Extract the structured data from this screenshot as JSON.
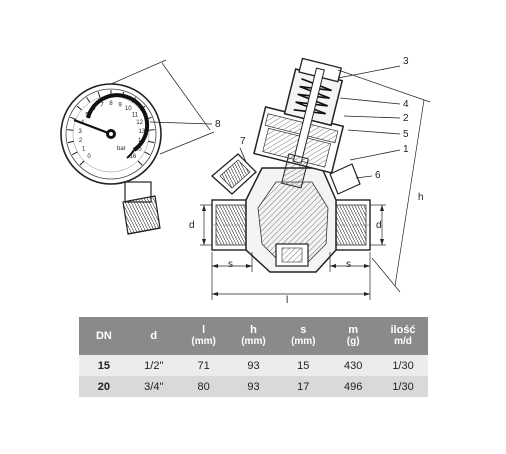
{
  "drawing": {
    "callouts": [
      "3",
      "4",
      "2",
      "5",
      "1",
      "8",
      "7",
      "6"
    ],
    "dimensions": {
      "d_left": "d",
      "d_right": "d",
      "s_left": "s",
      "s_right": "s",
      "l": "l",
      "h": "h"
    },
    "gauge": {
      "ticks": [
        "0",
        "1",
        "2",
        "3",
        "4",
        "5",
        "6",
        "7",
        "8",
        "9",
        "10",
        "11",
        "12",
        "13",
        "14",
        "15",
        "16"
      ],
      "unit": "bar"
    }
  },
  "table": {
    "columns": [
      {
        "label": "DN",
        "unit": ""
      },
      {
        "label": "d",
        "unit": ""
      },
      {
        "label": "l",
        "unit": "(mm)"
      },
      {
        "label": "h",
        "unit": "(mm)"
      },
      {
        "label": "s",
        "unit": "(mm)"
      },
      {
        "label": "m",
        "unit": "(g)"
      },
      {
        "label": "ilość",
        "unit": "m/d"
      }
    ],
    "rows": [
      [
        "15",
        "1/2\"",
        "71",
        "93",
        "15",
        "430",
        "1/30"
      ],
      [
        "20",
        "3/4\"",
        "80",
        "93",
        "17",
        "496",
        "1/30"
      ]
    ]
  }
}
